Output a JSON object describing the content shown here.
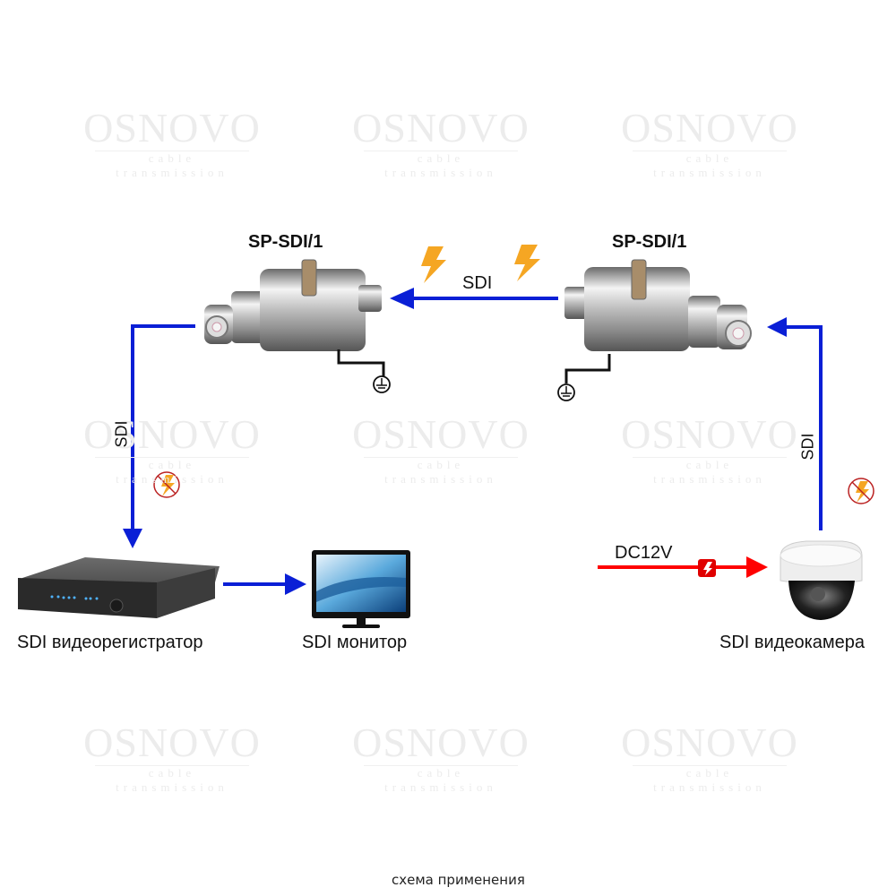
{
  "watermark": {
    "brand": "OSNOVO",
    "tagline": "cable transmission"
  },
  "devices": {
    "protector_left": {
      "model": "SP-SDI/1"
    },
    "protector_right": {
      "model": "SP-SDI/1"
    },
    "dvr": {
      "label": "SDI видеорегистратор"
    },
    "monitor": {
      "label": "SDI монитор"
    },
    "camera": {
      "label": "SDI видеокамера"
    }
  },
  "links": {
    "top": {
      "label": "SDI"
    },
    "left_vertical": {
      "label": "SDI"
    },
    "right_vertical": {
      "label": "SDI"
    },
    "power": {
      "label": "DC12V"
    }
  },
  "colors": {
    "signal": "#0a1fd6",
    "power": "#ff0000",
    "lightning": "#f5a623",
    "ground": "#111111"
  },
  "caption": "схема применения"
}
